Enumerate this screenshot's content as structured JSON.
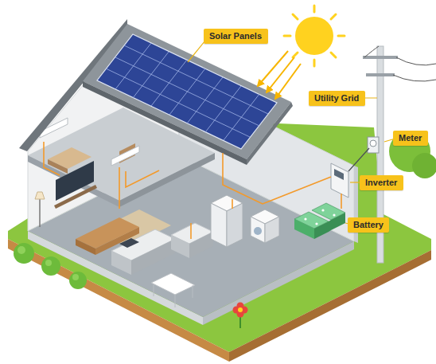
{
  "diagram": {
    "nodes": [
      {
        "text": [
          "Solar Panels"
        ]
      },
      {
        "text": [
          "Utility Grid"
        ]
      },
      {
        "text": [
          "Meter"
        ]
      },
      {
        "text": [
          "Inverter"
        ]
      },
      {
        "text": [
          "Battery"
        ]
      }
    ]
  }
}
